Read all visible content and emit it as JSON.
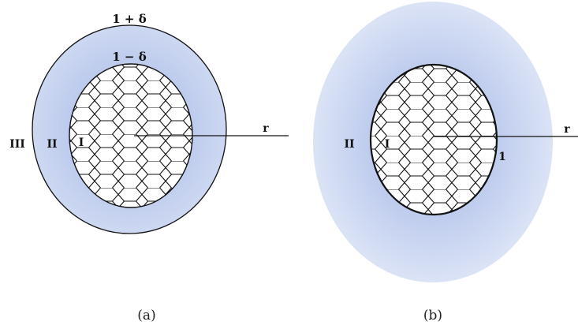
{
  "panel_a": {
    "outer_label": "1 + δ",
    "inner_label": "1 − δ",
    "region_III": "III",
    "region_II": "II",
    "region_I": "I",
    "axis_label": "r",
    "caption": "(a)"
  },
  "panel_b": {
    "region_II": "II",
    "region_I": "I",
    "radius_label": "1",
    "axis_label": "r",
    "caption": "(b)"
  },
  "colors": {
    "shell_blue": "#b7c6ea",
    "shell_blue_light": "#dbe3f6",
    "outline": "#111111"
  }
}
